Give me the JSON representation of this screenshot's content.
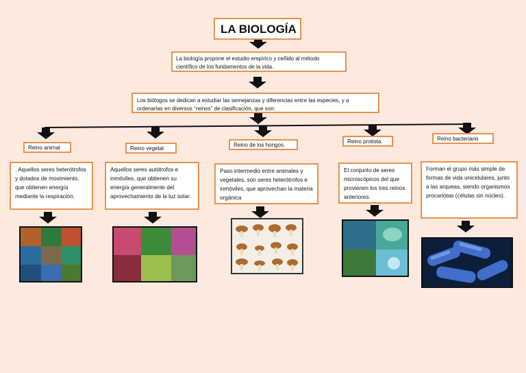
{
  "title": "LA BIOLOGÍA",
  "intro": "La biología propone el estudio empírico y ceñido al método científico de los fundamentos de la vida.",
  "classification": "Los biólogos se dedican a estudiar las semejanzas y diferencias entre las especies, y a ordenarlas en diversos “reinos” de clasificación, que son:",
  "kingdoms": [
    {
      "name": "Reino animal",
      "description": ". Aquellos seres heterótrofos y dotados de movimiento, que obtienen energía mediante la respiración.",
      "image": "animal-collage"
    },
    {
      "name": "Reino vegetal",
      "description": "Aquellos seres autótrofos e inmóviles, que obtienen su energía generalmente del aprovechamiento de la luz solar.",
      "image": "plant-collage"
    },
    {
      "name": "Reino de los hongos.",
      "description": "Paso intermedio entre animales y vegetales, son seres heterótrofos e inmóviles, que aprovechan la materia orgánica",
      "image": "mushroom-chart"
    },
    {
      "name": "Reino protista.",
      "description": "El conjunto de seres microscópicos del que provienen los tres reinos anteriores.",
      "image": "protist-collage"
    },
    {
      "name": "Reino bacteriano",
      "description": "Forman el grupo más simple de formas de vida unicelulares, junto a las arqueas, siendo organismos procariotas (células sin núcleo).",
      "image": "bacteria-render"
    }
  ],
  "colors": {
    "background": "#fde9de",
    "border": "#e8914e",
    "arrow": "#111111"
  }
}
